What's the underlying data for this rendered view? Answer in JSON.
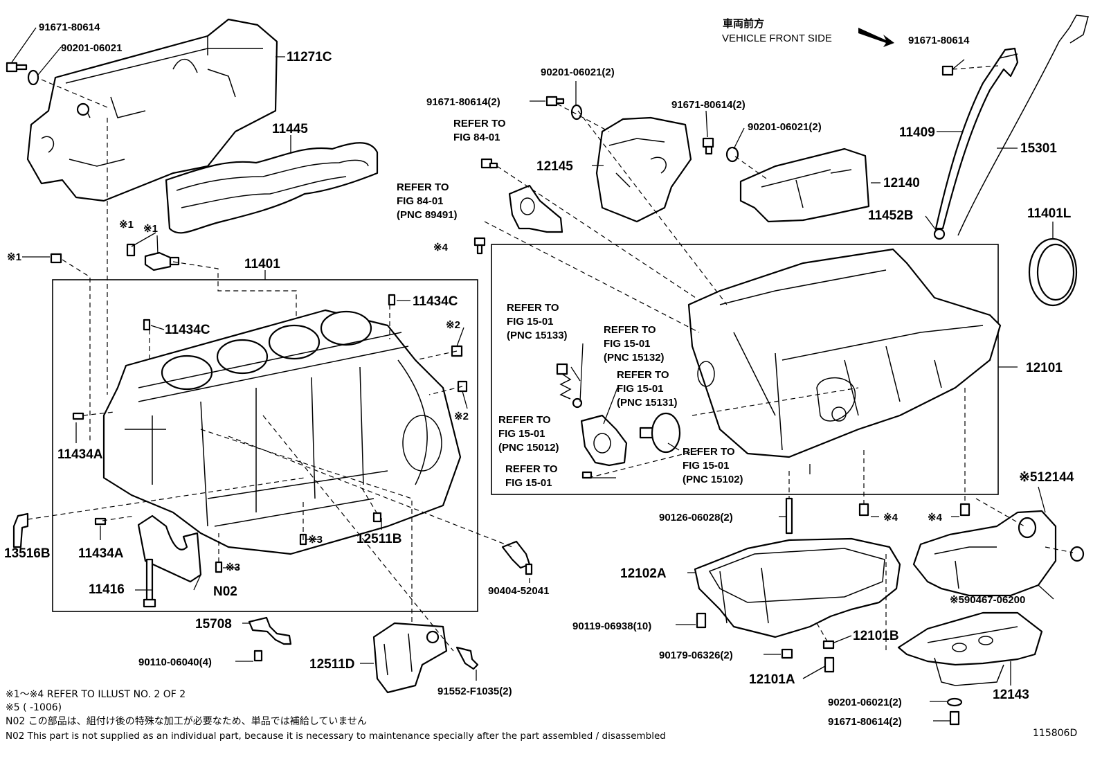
{
  "header": {
    "direction_jp": "車両前方",
    "direction_en": "VEHICLE FRONT SIDE"
  },
  "labels": {
    "p91671_tl": "91671-80614",
    "p90201_tl": "90201-06021",
    "p11271c": "11271C",
    "p11445": "11445",
    "mark1_a": "※1",
    "mark1_b": "※1",
    "mark1_c": "※1",
    "p11401": "11401",
    "p11434c_a": "11434C",
    "p11434c_b": "11434C",
    "mark2_a": "※2",
    "mark2_b": "※2",
    "p11434a_a": "11434A",
    "p11434a_b": "11434A",
    "p13516b": "13516B",
    "p11416": "11416",
    "n02": "N02",
    "mark3_a": "※3",
    "mark3_b": "※3",
    "p12511b": "12511B",
    "p90404": "90404-52041",
    "p15708": "15708",
    "p90110": "90110-06040(4)",
    "p12511d": "12511D",
    "p91552": "91552-F1035(2)",
    "p90201_top": "90201-06021(2)",
    "p91671_top": "91671-80614(2)",
    "refer_84_a_1": "REFER TO",
    "refer_84_a_2": "FIG 84-01",
    "p12145": "12145",
    "refer_84_b_1": "REFER TO",
    "refer_84_b_2": "FIG 84-01",
    "refer_84_b_3": "(PNC 89491)",
    "mark4_a": "※4",
    "p91671_right": "91671-80614(2)",
    "p90201_right": "90201-06021(2)",
    "p12140": "12140",
    "p91671_far": "91671-80614",
    "p11409": "11409",
    "p15301": "15301",
    "p11452b": "11452B",
    "p11401l": "11401L",
    "refer_15133_1": "REFER TO",
    "refer_15133_2": "FIG 15-01",
    "refer_15133_3": "(PNC 15133)",
    "refer_15132_1": "REFER TO",
    "refer_15132_2": "FIG 15-01",
    "refer_15132_3": "(PNC 15132)",
    "refer_15131_1": "REFER TO",
    "refer_15131_2": "FIG 15-01",
    "refer_15131_3": "(PNC 15131)",
    "refer_15012_1": "REFER TO",
    "refer_15012_2": "FIG 15-01",
    "refer_15012_3": "(PNC 15012)",
    "refer_15_1": "REFER TO",
    "refer_15_2": "FIG 15-01",
    "refer_15102_1": "REFER TO",
    "refer_15102_2": "FIG 15-01",
    "refer_15102_3": "(PNC 15102)",
    "p12101": "12101",
    "p12144": "※512144",
    "p90126": "90126-06028(2)",
    "mark4_b": "※4",
    "mark4_c": "※4",
    "p12102a": "12102A",
    "p90467": "※590467-06200",
    "p90119": "90119-06938(10)",
    "p12101b": "12101B",
    "p90179": "90179-06326(2)",
    "p12101a": "12101A",
    "p12143": "12143",
    "p90201_br": "90201-06021(2)",
    "p91671_br": "91671-80614(2)"
  },
  "notes": {
    "line1": "※1～※4  REFER TO ILLUST NO. 2 OF 2",
    "line2": "※5 (        -1006)",
    "line3": "N02  この部品は、組付け後の特殊な加工が必要なため、単品では補給していません",
    "line4": "N02  This part is not supplied as an individual part, because it is necessary to maintenance specially after the part assembled / disassembled"
  },
  "figure_id": "115806D"
}
